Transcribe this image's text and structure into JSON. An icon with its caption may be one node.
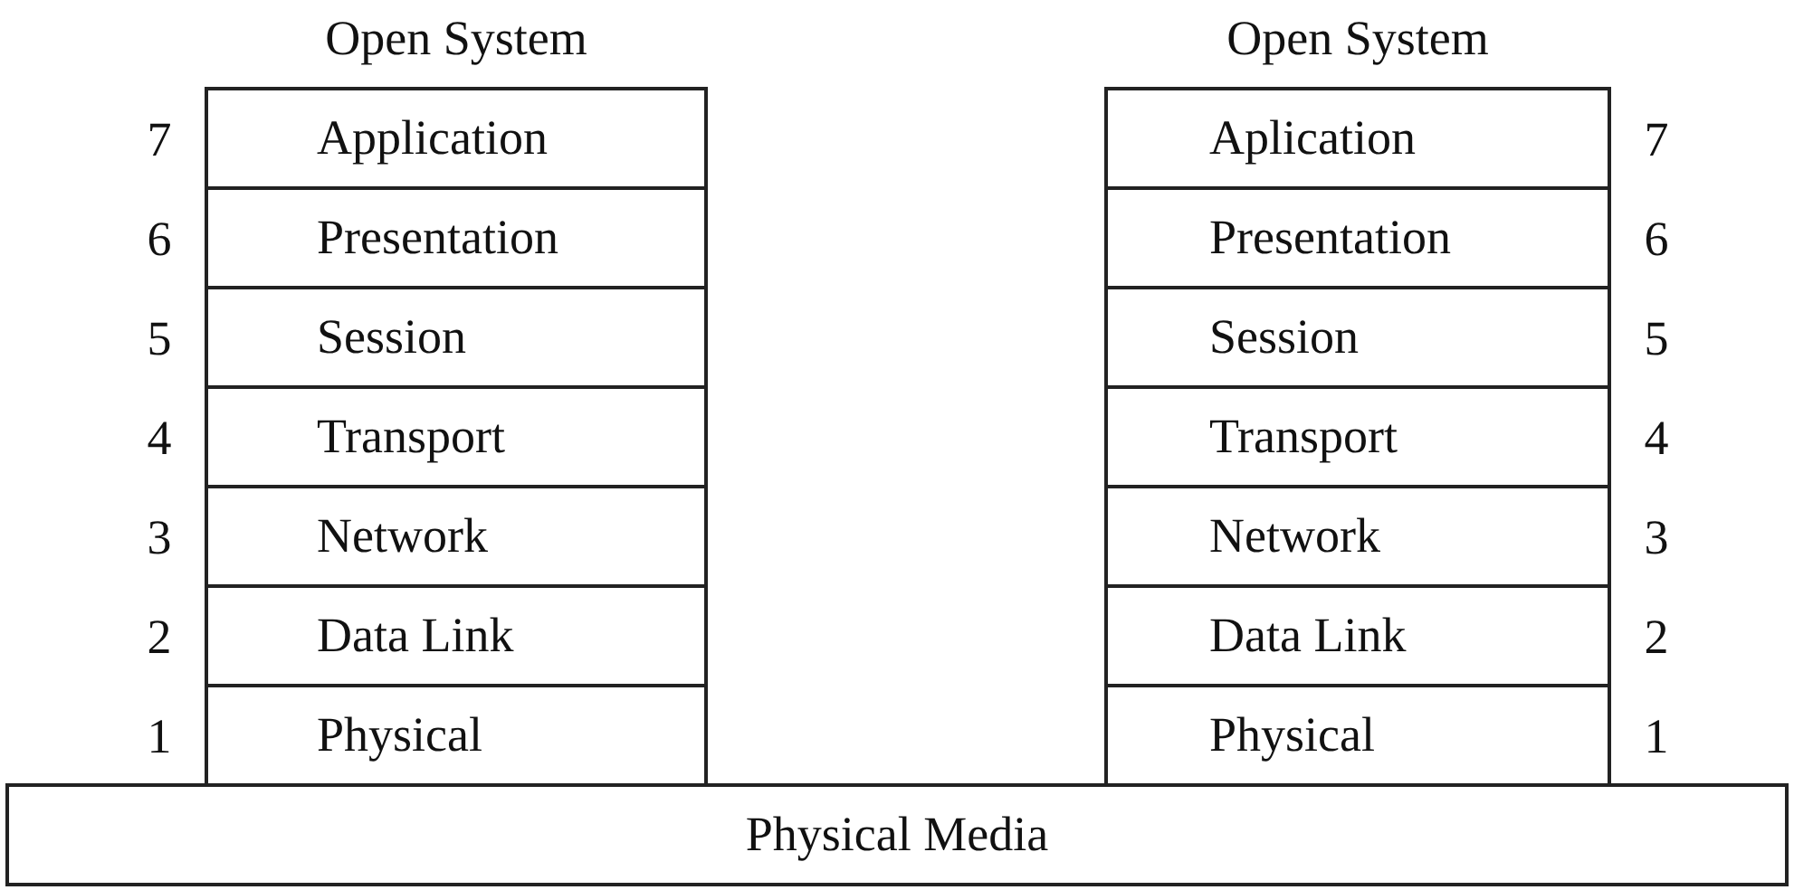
{
  "diagram": {
    "nodes": [
      {
        "text": [
          "Application"
        ],
        "beside": [
          "7"
        ]
      },
      {
        "text": [
          "Presentation"
        ],
        "beside": [
          "6"
        ]
      },
      {
        "text": [
          "Session"
        ],
        "beside": [
          "5"
        ]
      },
      {
        "text": [
          "Transport"
        ],
        "beside": [
          "4"
        ]
      },
      {
        "text": [
          "Network"
        ],
        "beside": [
          "3"
        ]
      },
      {
        "text": [
          "Data Link"
        ],
        "beside": [
          "2"
        ]
      },
      {
        "text": [
          "Physical"
        ],
        "beside": [
          "1"
        ]
      },
      {
        "text": [
          "Aplication"
        ],
        "beside": [
          "7"
        ]
      },
      {
        "text": [
          "Presentation"
        ],
        "beside": [
          "6"
        ]
      },
      {
        "text": [
          "Session"
        ],
        "beside": [
          "5"
        ]
      },
      {
        "text": [
          "Transport"
        ],
        "beside": [
          "4"
        ]
      },
      {
        "text": [
          "Network"
        ],
        "beside": [
          "3"
        ]
      },
      {
        "text": [
          "Data Link"
        ],
        "beside": [
          "2"
        ]
      },
      {
        "text": [
          "Physical"
        ],
        "beside": [
          "1"
        ]
      },
      {
        "text": [
          "Physical Media"
        ]
      }
    ],
    "edges": [],
    "labels": [
      "Open System",
      "Open System"
    ]
  }
}
